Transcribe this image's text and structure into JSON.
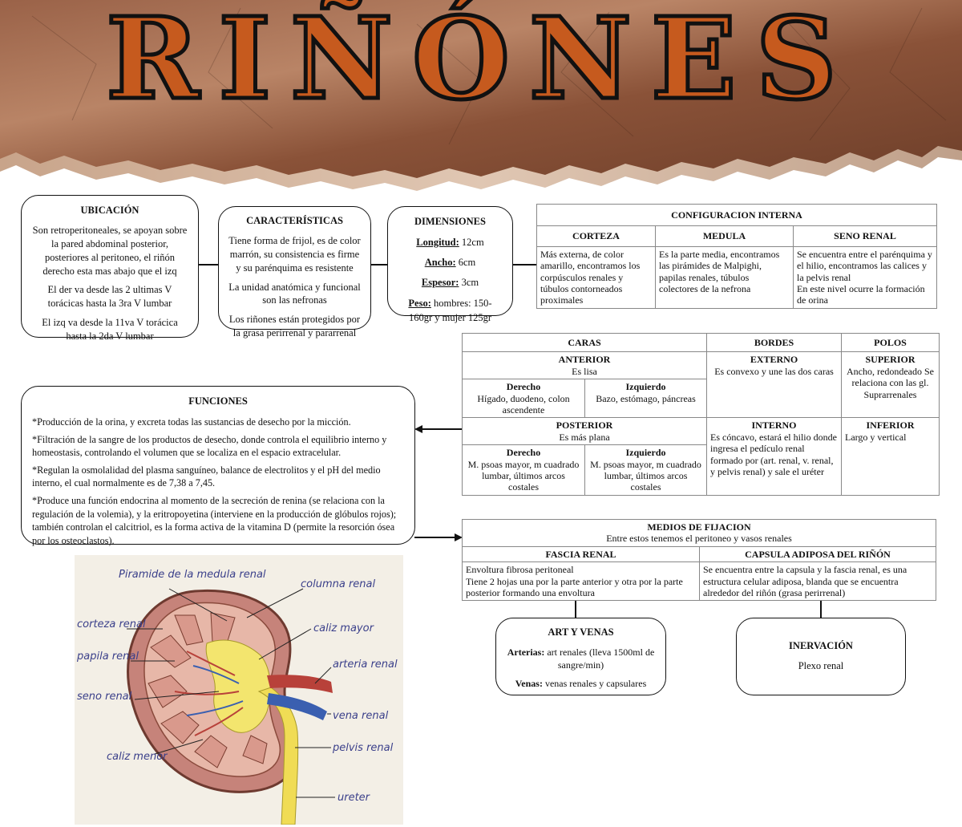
{
  "header": {
    "title": "RIÑÓNES"
  },
  "ubicacion": {
    "title": "UBICACIÓN",
    "p1": "Son retroperitoneales, se apoyan sobre la pared abdominal posterior, posteriores al peritoneo, el riñón derecho esta mas abajo que el izq",
    "p2": "El der va desde las 2 ultimas V torácicas hasta la 3ra V lumbar",
    "p3": "El izq va desde la 11va V torácica hasta la 2da V lumbar"
  },
  "caracteristicas": {
    "title": "CARACTERÍSTICAS",
    "p1": "Tiene forma de frijol, es de color marrón, su consistencia es firme y su parénquima es resistente",
    "p2": "La unidad anatómica y funcional son las nefronas",
    "p3": "Los riñones están protegidos por la grasa perirrenal y pararrenal"
  },
  "dimensiones": {
    "title": "DIMENSIONES",
    "longitud_label": "Longitud:",
    "longitud_value": "12cm",
    "ancho_label": "Ancho:",
    "ancho_value": "6cm",
    "espesor_label": "Espesor:",
    "espesor_value": "3cm",
    "peso_label": "Peso:",
    "peso_value": "hombres: 150-160gr y mujer 125gr"
  },
  "config_interna": {
    "title": "CONFIGURACION INTERNA",
    "columns": [
      "CORTEZA",
      "MEDULA",
      "SENO RENAL"
    ],
    "corteza": "Más externa, de color amarillo, encontramos los corpúsculos renales y túbulos contorneados proximales",
    "medula": "Es la parte media, encontramos las pirámides de Malpighi, papilas renales, túbulos colectores de la nefrona",
    "seno_1": "Se encuentra entre el parénquima y el hilio, encontramos las calices y la pelvis renal",
    "seno_2": "En este nivel ocurre la formación de orina"
  },
  "caras_table": {
    "headers": [
      "CARAS",
      "BORDES",
      "POLOS"
    ],
    "anterior": "ANTERIOR",
    "anterior_desc": "Es lisa",
    "derecho": "Derecho",
    "izquierdo": "Izquierdo",
    "anterior_der": "Hígado, duodeno, colon ascendente",
    "anterior_izq": "Bazo, estómago, páncreas",
    "posterior": "POSTERIOR",
    "posterior_desc": "Es más plana",
    "posterior_der": "M. psoas mayor, m cuadrado lumbar, últimos arcos costales",
    "posterior_izq": "M. psoas mayor, m cuadrado lumbar, últimos arcos costales",
    "externo": "EXTERNO",
    "externo_desc": "Es convexo y une las dos caras",
    "interno": "INTERNO",
    "interno_desc": "Es cóncavo, estará el hilio donde ingresa el pedículo renal formado por (art. renal, v. renal, y pelvis renal) y sale el uréter",
    "superior": "SUPERIOR",
    "superior_desc": "Ancho, redondeado Se relaciona con las gl. Suprarrenales",
    "inferior": "INFERIOR",
    "inferior_desc": "Largo y vertical"
  },
  "funciones": {
    "title": "FUNCIONES",
    "items": [
      "*Producción de la orina, y excreta todas las sustancias de desecho por la micción.",
      "*Filtración de la sangre de los productos de desecho, donde controla el equilibrio interno y homeostasis, controlando el volumen que se localiza en el espacio extracelular.",
      "*Regulan la osmolalidad del plasma sanguíneo, balance de electrolitos y el pH del medio interno, el cual normalmente es de 7,38 a 7,45.",
      "*Produce una función endocrina al momento de la secreción de renina (se relaciona con la regulación de la volemia), y la eritropoyetina (interviene en la producción de glóbulos rojos); también controlan el calcitriol, es la forma activa de la vitamina D (permite la resorción ósea por los osteoclastos)."
    ]
  },
  "fijacion": {
    "title": "MEDIOS DE FIJACION",
    "subtitle": "Entre estos tenemos el peritoneo y vasos renales",
    "col1": "FASCIA RENAL",
    "col2": "CAPSULA ADIPOSA DEL RIÑÓN",
    "fascia_1": "Envoltura fibrosa peritoneal",
    "fascia_2": "Tiene 2 hojas una por la parte anterior y otra por la parte posterior formando una envoltura",
    "capsula": "Se encuentra entre la capsula y la fascia renal, es una estructura celular adiposa, blanda que se encuentra alrededor del riñón (grasa perirrenal)"
  },
  "art_venas": {
    "title": "ART Y VENAS",
    "arterias_label": "Arterias:",
    "arterias_value": "art renales (lleva 1500ml de sangre/min)",
    "venas_label": "Venas:",
    "venas_value": "venas renales y capsulares"
  },
  "inervacion": {
    "title": "INERVACIÓN",
    "value": "Plexo renal"
  },
  "drawing": {
    "labels": {
      "piramide": "Piramide de la medula renal",
      "columna": "columna renal",
      "corteza": "corteza renal",
      "caliz_mayor": "caliz mayor",
      "papila": "papila renal",
      "arteria": "arteria renal",
      "seno": "seno renal",
      "vena": "vena renal",
      "pelvis": "pelvis renal",
      "caliz_menor": "caliz menor",
      "ureter": "ureter"
    }
  },
  "colors": {
    "title_fill": "#c65a1e",
    "banner_brown": "#8a5238",
    "banner_light": "#b98466"
  }
}
